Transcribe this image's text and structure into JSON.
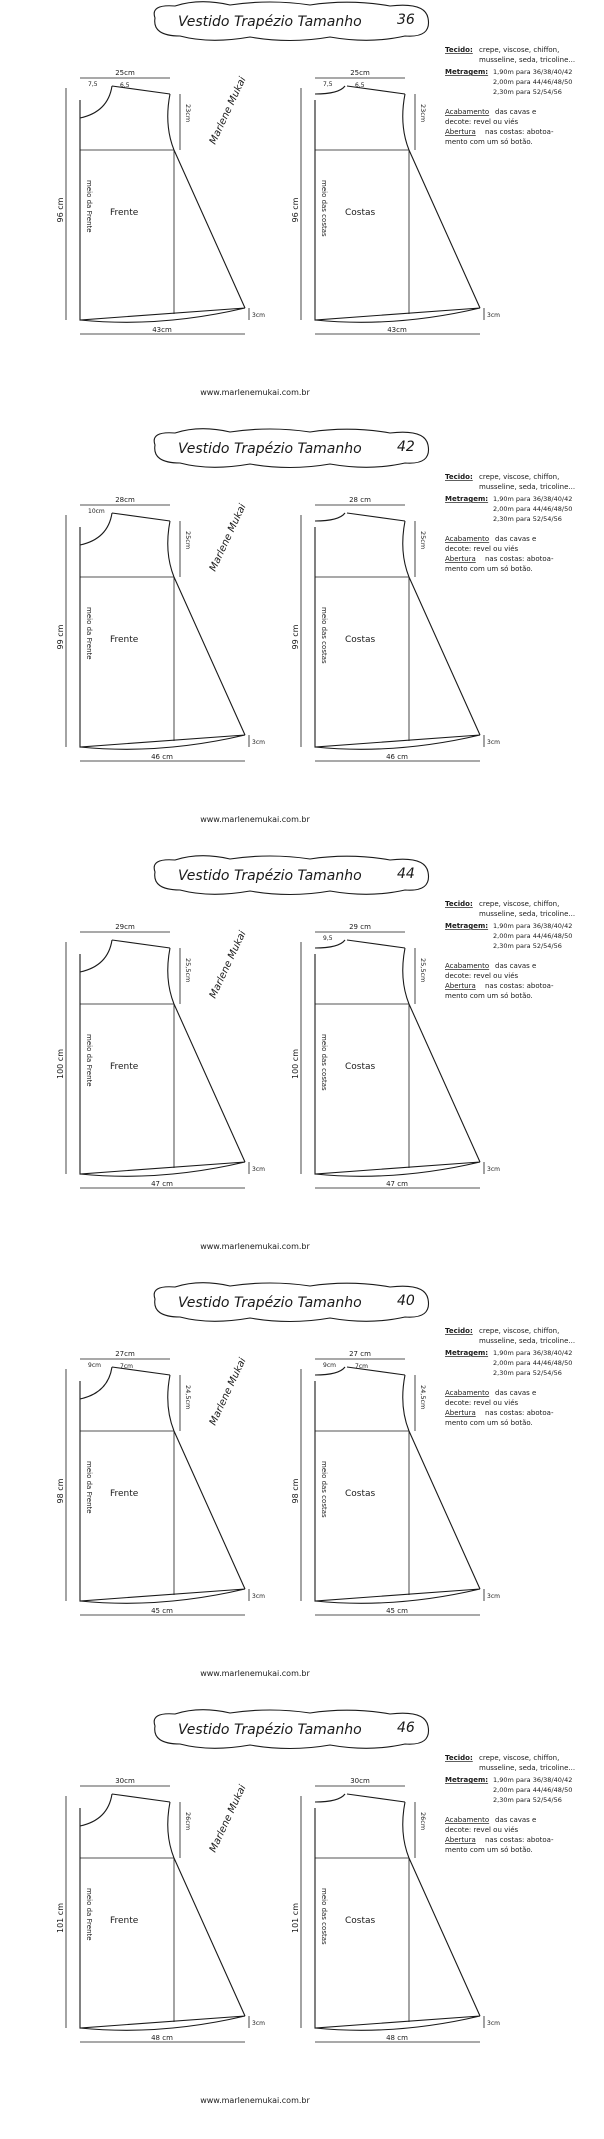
{
  "domain": "Diagram",
  "sections": [
    {
      "title": "Vestido Trapézio Tamanho",
      "size": "36",
      "front": {
        "label": "Frente",
        "center_label": "meio da Frente",
        "length": "96 cm",
        "width_top": "25cm",
        "neck": "7,5",
        "shoulder": "6,5",
        "armhole": "23cm",
        "hem": "43cm",
        "hem_rise": "3cm"
      },
      "back": {
        "label": "Costas",
        "center_label": "meio das costas",
        "length": "96 cm",
        "width_top": "25cm",
        "neck": "7,5",
        "shoulder": "6,5",
        "armhole": "23cm",
        "hem": "43cm",
        "hem_rise": "3cm"
      },
      "website": "www.marlenemukai.com.br"
    },
    {
      "title": "Vestido Trapézio Tamanho",
      "size": "42",
      "front": {
        "label": "Frente",
        "center_label": "meio da Frente",
        "length": "99 cm",
        "width_top": "28cm",
        "neck": "10cm",
        "shoulder": "",
        "armhole": "25cm",
        "hem": "46 cm",
        "hem_rise": "3cm"
      },
      "back": {
        "label": "Costas",
        "center_label": "meio das costas",
        "length": "99 cm",
        "width_top": "28 cm",
        "neck": "",
        "shoulder": "",
        "armhole": "25cm",
        "hem": "46 cm",
        "hem_rise": "3cm"
      },
      "website": "www.marlenemukai.com.br"
    },
    {
      "title": "Vestido Trapézio Tamanho",
      "size": "44",
      "front": {
        "label": "Frente",
        "center_label": "meio da Frente",
        "length": "100 cm",
        "width_top": "29cm",
        "neck": "",
        "shoulder": "",
        "armhole": "25,5cm",
        "hem": "47 cm",
        "hem_rise": "3cm"
      },
      "back": {
        "label": "Costas",
        "center_label": "meio das costas",
        "length": "100 cm",
        "width_top": "29 cm",
        "neck": "9,5",
        "shoulder": "",
        "armhole": "25,5cm",
        "hem": "47 cm",
        "hem_rise": "3cm"
      },
      "website": "www.marlenemukai.com.br"
    },
    {
      "title": "Vestido Trapézio Tamanho",
      "size": "40",
      "front": {
        "label": "Frente",
        "center_label": "meio da Frente",
        "length": "98 cm",
        "width_top": "27cm",
        "neck": "9cm",
        "shoulder": "7cm",
        "armhole": "24,5cm",
        "hem": "45 cm",
        "hem_rise": "3cm"
      },
      "back": {
        "label": "Costas",
        "center_label": "meio das costas",
        "length": "98 cm",
        "width_top": "27 cm",
        "neck": "9cm",
        "shoulder": "7cm",
        "armhole": "24,5cm",
        "hem": "45 cm",
        "hem_rise": "3cm"
      },
      "website": "www.marlenemukai.com.br"
    },
    {
      "title": "Vestido Trapézio Tamanho",
      "size": "46",
      "front": {
        "label": "Frente",
        "center_label": "meio da Frente",
        "length": "101 cm",
        "width_top": "30cm",
        "neck": "",
        "shoulder": "",
        "armhole": "26cm",
        "hem": "48 cm",
        "hem_rise": "3cm"
      },
      "back": {
        "label": "Costas",
        "center_label": "meio das costas",
        "length": "101 cm",
        "width_top": "30cm",
        "neck": "",
        "shoulder": "",
        "armhole": "26cm",
        "hem": "48 cm",
        "hem_rise": "3cm"
      },
      "website": "www.marlenemukai.com.br"
    }
  ],
  "notes": {
    "tecido_label": "Tecido:",
    "tecido_lines": [
      "crepe, viscose, chiffon,",
      "musseline, seda, tricoline..."
    ],
    "metragem_label": "Metragem:",
    "metragem_lines": [
      "1,90m para 36/38/40/42",
      "2,00m para 44/46/48/50",
      "2,30m para 52/54/56"
    ],
    "acabamento_label": "Acabamento",
    "acabamento_lines": [
      "das cavas e",
      "decote: revel ou viés"
    ],
    "abertura_label": "Abertura",
    "abertura_lines": [
      "nas costas: abotoa-",
      "mento com um só botão."
    ]
  },
  "signature": "Marlene Mukai"
}
